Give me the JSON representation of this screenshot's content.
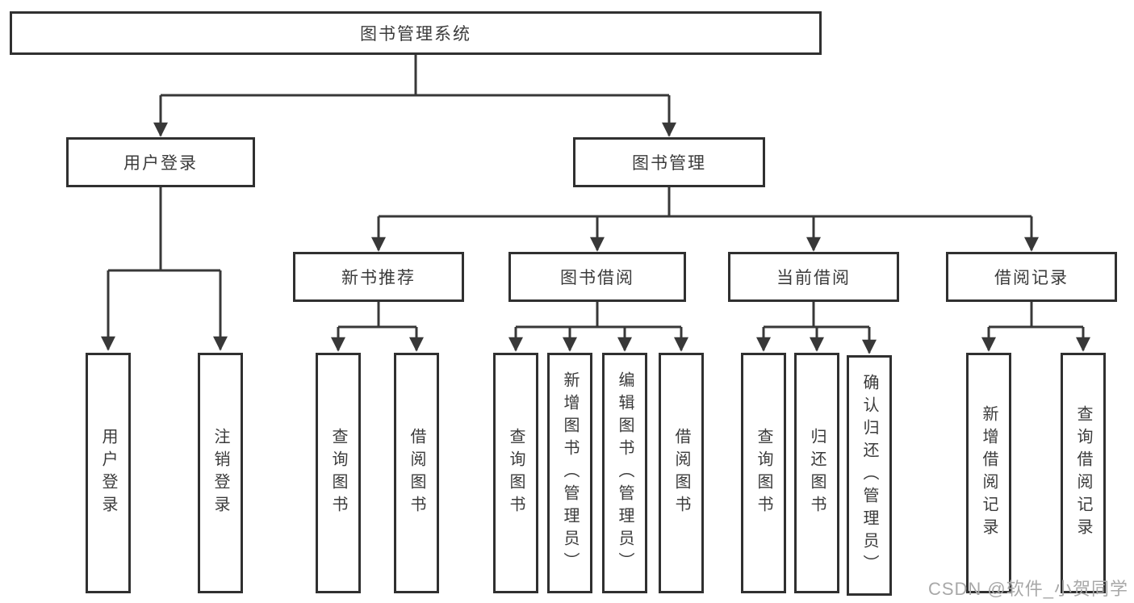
{
  "colors": {
    "line": "#383838",
    "border": "#303030",
    "text": "#3b3b3b",
    "watermark": "#a8a8a8",
    "background": "#ffffff"
  },
  "watermark": {
    "text": "CSDN @软件_小贺同学"
  },
  "tree": {
    "root": {
      "label": "图书管理系统",
      "children": [
        {
          "label": "用户登录",
          "children": [
            {
              "label": "用户登录"
            },
            {
              "label": "注销登录"
            }
          ]
        },
        {
          "label": "图书管理",
          "children": [
            {
              "label": "新书推荐",
              "children": [
                {
                  "label": "查询图书"
                },
                {
                  "label": "借阅图书"
                }
              ]
            },
            {
              "label": "图书借阅",
              "children": [
                {
                  "label": "查询图书"
                },
                {
                  "label": "新增图书（管理员）"
                },
                {
                  "label": "编辑图书（管理员）"
                },
                {
                  "label": "借阅图书"
                }
              ]
            },
            {
              "label": "当前借阅",
              "children": [
                {
                  "label": "查询图书"
                },
                {
                  "label": "归还图书"
                },
                {
                  "label": "确认归还（管理员）"
                }
              ]
            },
            {
              "label": "借阅记录",
              "children": [
                {
                  "label": "新增借阅记录"
                },
                {
                  "label": "查询借阅记录"
                }
              ]
            }
          ]
        }
      ]
    }
  }
}
